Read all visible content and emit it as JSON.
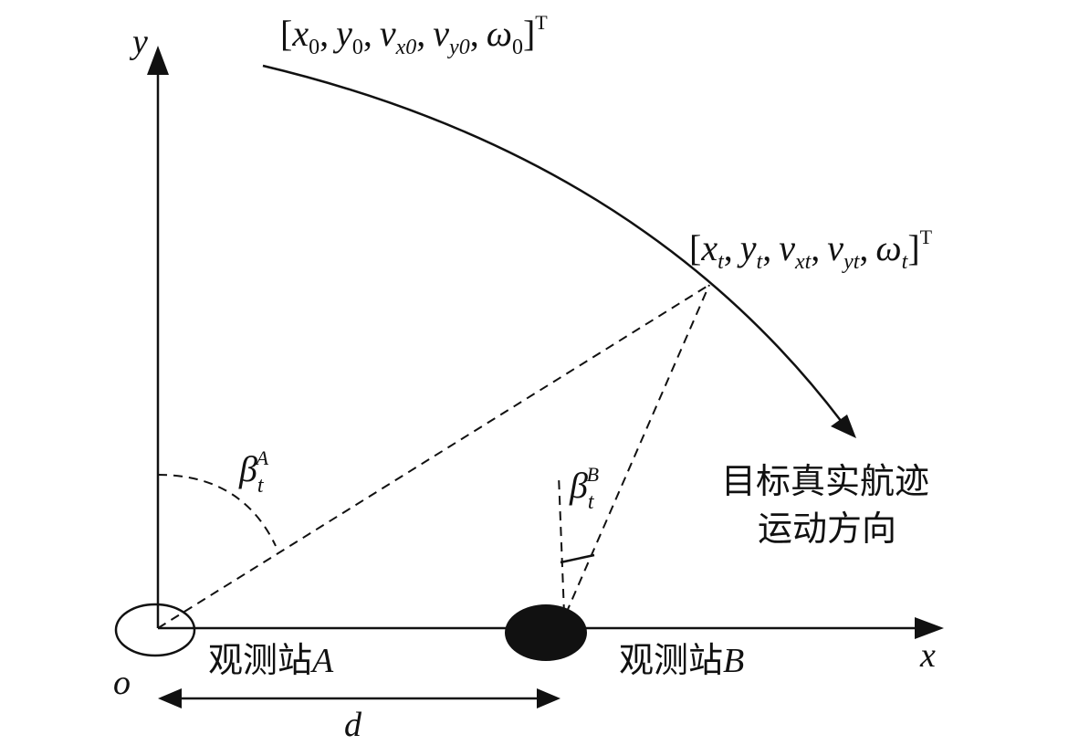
{
  "axes": {
    "y_label": "y",
    "x_label": "x",
    "origin_label": "o"
  },
  "state_initial": {
    "x": "x",
    "x_sub": "0",
    "y": "y",
    "y_sub": "0",
    "vx": "v",
    "vx_sub": "x0",
    "vy": "v",
    "vy_sub": "y0",
    "w": "ω",
    "w_sub": "0",
    "sep": ",",
    "open": "[",
    "close": "]",
    "transpose": "T"
  },
  "state_t": {
    "x": "x",
    "x_sub": "t",
    "y": "y",
    "y_sub": "t",
    "vx": "v",
    "vx_sub": "xt",
    "vy": "v",
    "vy_sub": "yt",
    "w": "ω",
    "w_sub": "t",
    "sep": ",",
    "open": "[",
    "close": "]",
    "transpose": "T"
  },
  "angles": {
    "a_base": "β",
    "a_sub": "t",
    "a_sup": "A",
    "b_base": "β",
    "b_sub": "t",
    "b_sup": "B"
  },
  "caption": {
    "line1": "目标真实航迹",
    "line2": "运动方向"
  },
  "stations": {
    "a_text": "观测站",
    "a_letter": "A",
    "b_text": "观测站",
    "b_letter": "B"
  },
  "distance_label": "d"
}
